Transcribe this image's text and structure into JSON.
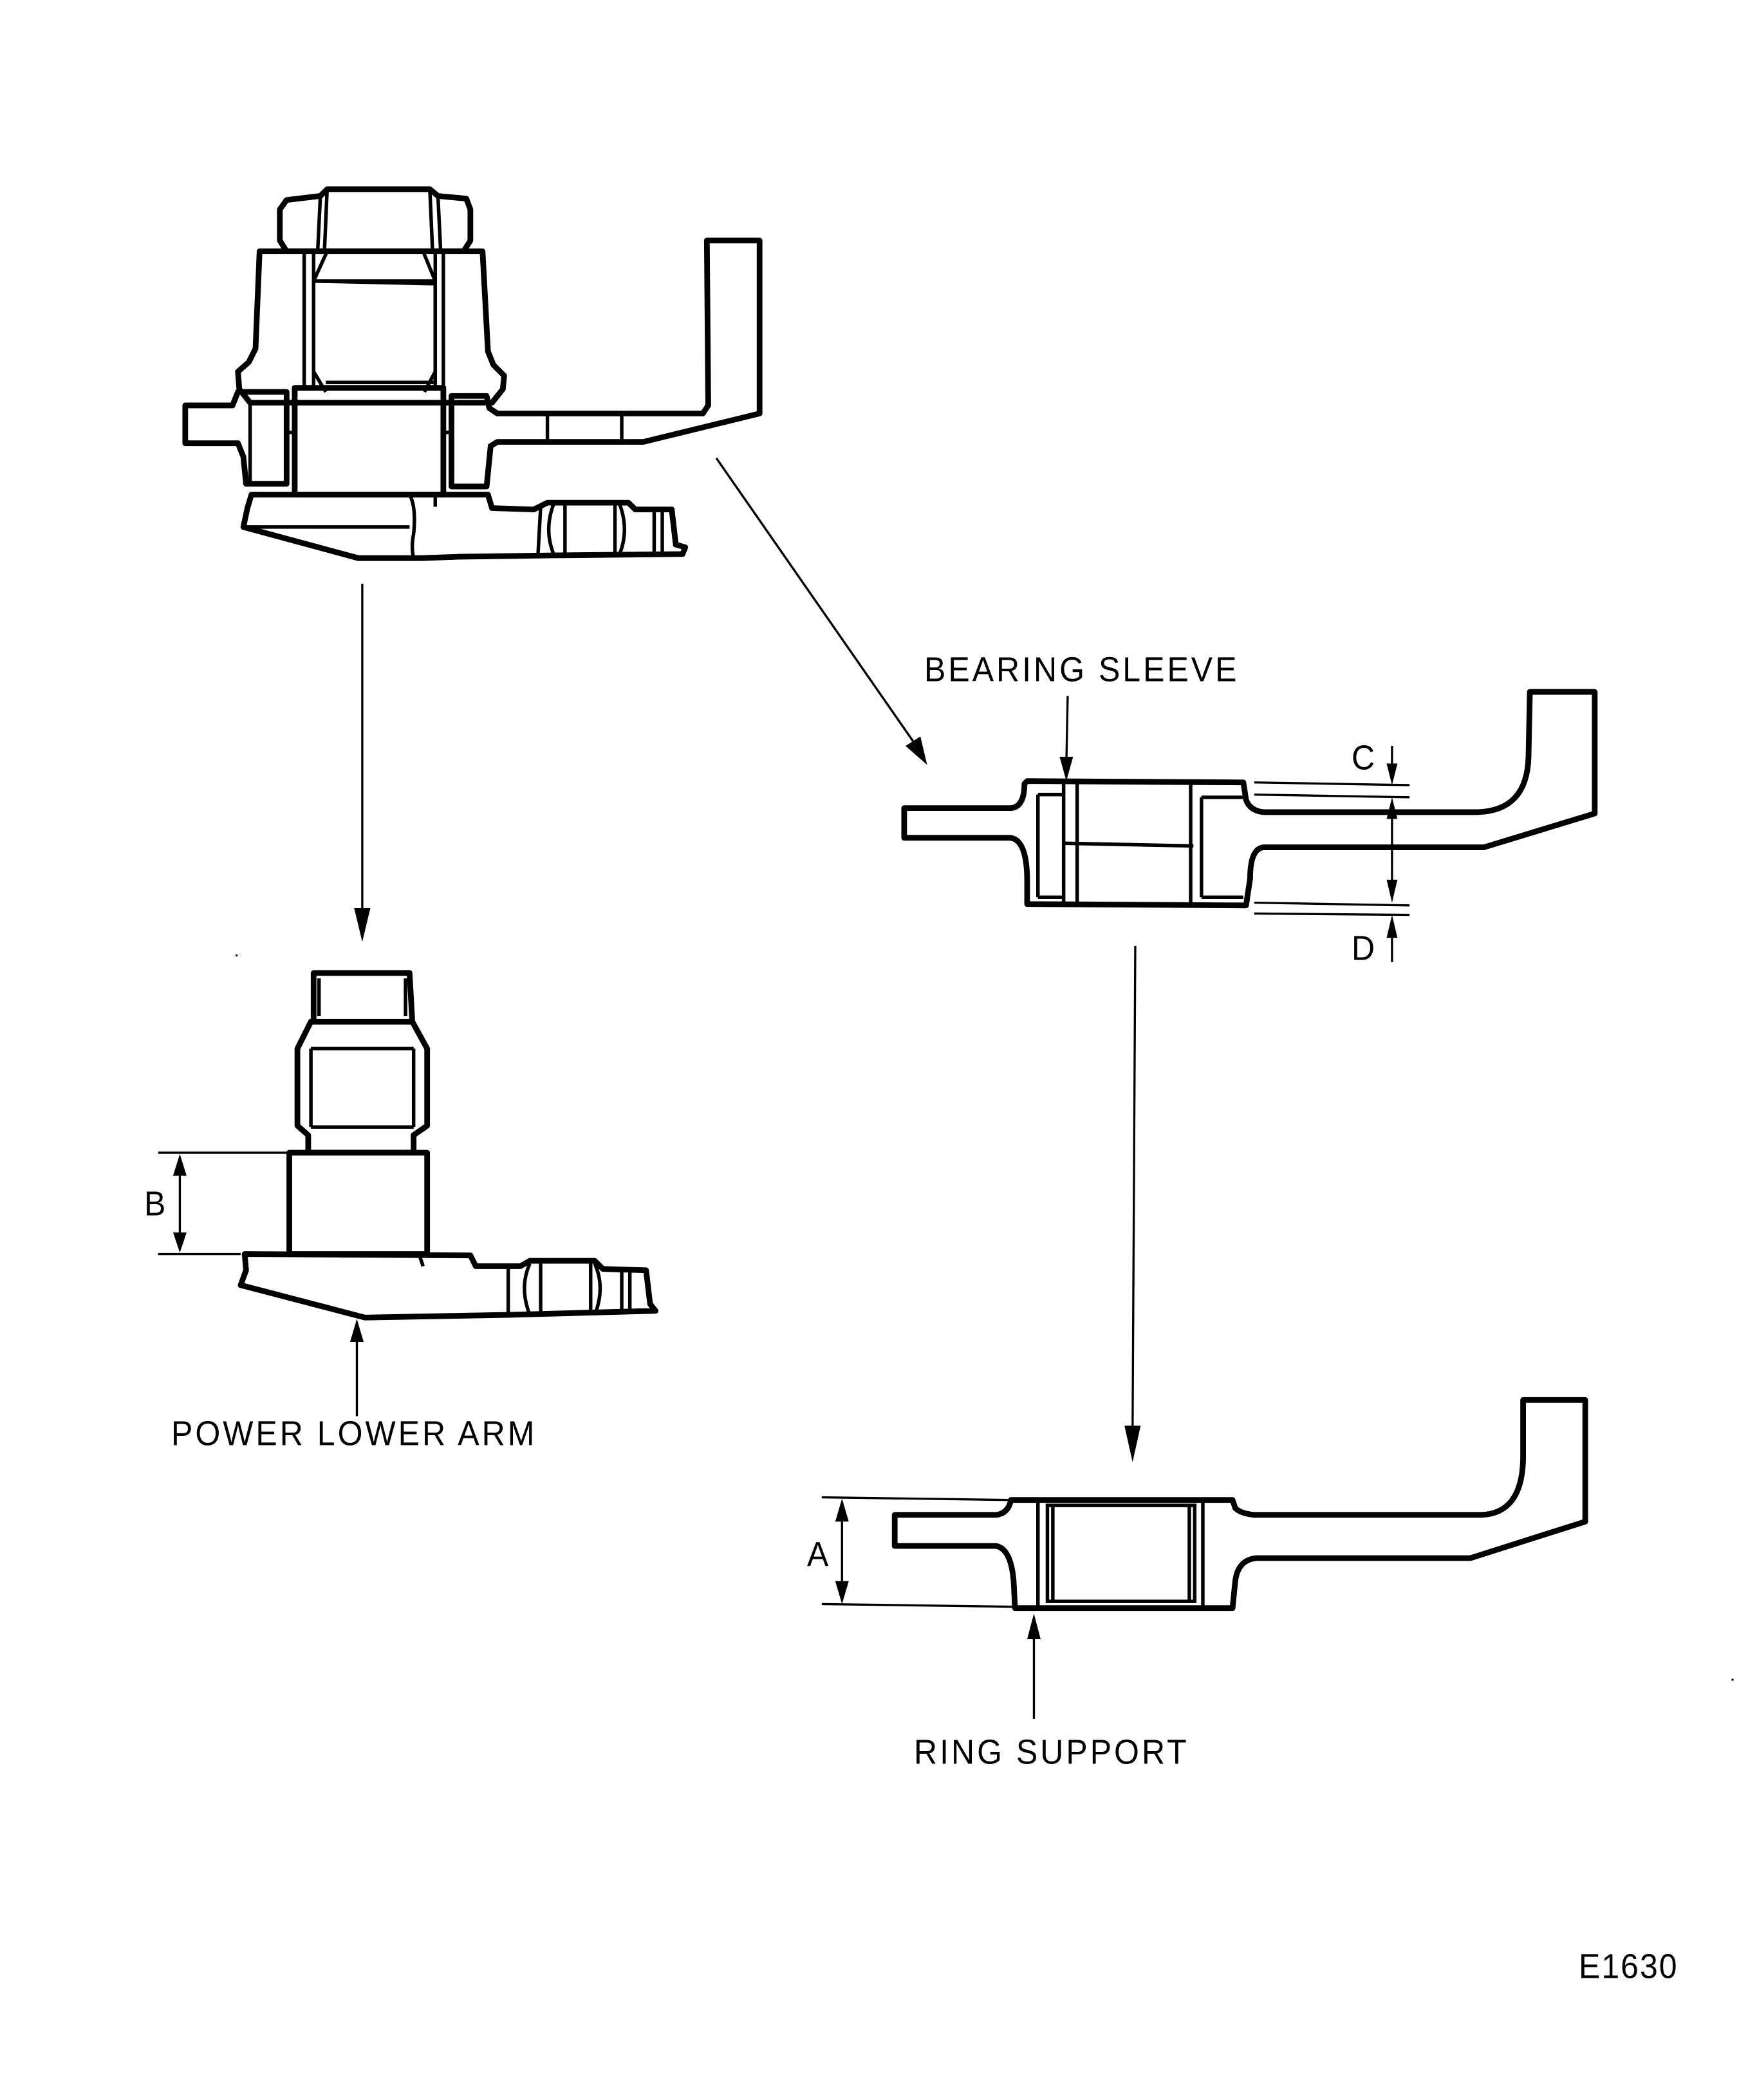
{
  "labels": {
    "bearing_sleeve": "BEARING SLEEVE",
    "power_lower_arm": "POWER LOWER ARM",
    "ring_support": "RING SUPPORT",
    "dim_a": "A",
    "dim_b": "B",
    "dim_c": "C",
    "dim_d": "D",
    "figure_id": "E1630"
  },
  "colors": {
    "ink": "#000000",
    "paper": "#ffffff"
  }
}
